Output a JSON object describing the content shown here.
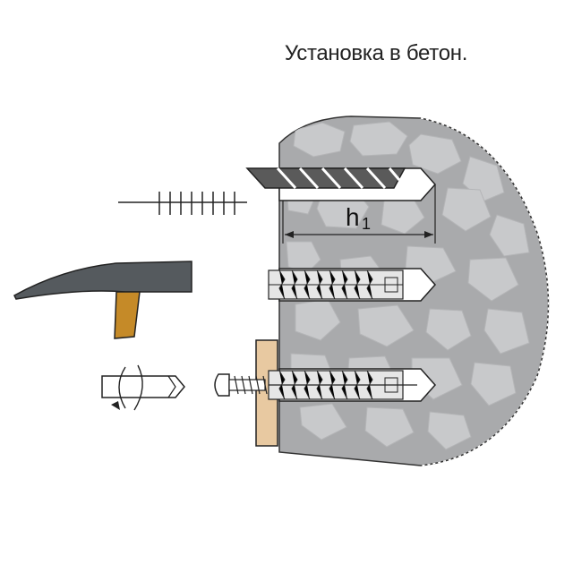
{
  "caption": "Установка в бетон.",
  "dimension": {
    "symbol": "h",
    "subscript": "1"
  },
  "steps": [
    {
      "name": "drill-step",
      "icon": "hammer-drill-icon"
    },
    {
      "name": "insert-step",
      "icon": "hammer-icon"
    },
    {
      "name": "screw-step",
      "icon": "screwdriver-icon"
    }
  ],
  "colors": {
    "concrete": "#a9aaac",
    "stone": "#c8c9cb",
    "outline": "#222222",
    "drill": "#5a5a5a",
    "wood": "#e8c9a1",
    "hammer_head": "#555a5e",
    "hammer_handle": "#c58a28"
  }
}
